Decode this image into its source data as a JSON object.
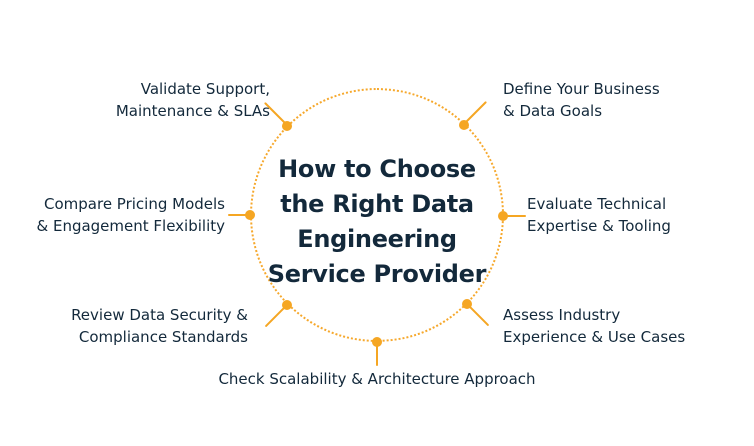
{
  "colors": {
    "accent_orange": "#F5A623",
    "circle_dotted_orange": "#F6A82C",
    "text_navy": "#13293B",
    "background": "#FFFFFF"
  },
  "center": {
    "title": "How to Choose the Right Data Engineering Service Provider",
    "title_lines": [
      "How to Choose",
      "the Right Data",
      "Engineering",
      "Service Provider"
    ]
  },
  "items": [
    {
      "id": "validate-support",
      "position": "top-left",
      "label": "Validate Support, Maintenance & SLAs",
      "lines": [
        "Validate Support,",
        "Maintenance & SLAs"
      ]
    },
    {
      "id": "define-business-goals",
      "position": "top-right",
      "label": "Define Your Business & Data Goals",
      "lines": [
        "Define Your Business",
        "& Data Goals"
      ]
    },
    {
      "id": "compare-pricing",
      "position": "middle-left",
      "label": "Compare Pricing Models & Engagement Flexibility",
      "lines": [
        "Compare Pricing Models",
        "& Engagement Flexibility"
      ]
    },
    {
      "id": "evaluate-expertise",
      "position": "middle-right",
      "label": "Evaluate Technical Expertise & Tooling",
      "lines": [
        "Evaluate Technical",
        "Expertise & Tooling"
      ]
    },
    {
      "id": "review-security",
      "position": "bottom-left",
      "label": "Review Data Security & Compliance Standards",
      "lines": [
        "Review Data Security &",
        "Compliance Standards"
      ]
    },
    {
      "id": "assess-experience",
      "position": "bottom-right",
      "label": "Assess Industry Experience & Use Cases",
      "lines": [
        "Assess Industry",
        "Experience & Use Cases"
      ]
    },
    {
      "id": "check-scalability",
      "position": "bottom",
      "label": "Check Scalability & Architecture Approach",
      "lines": [
        "Check Scalability & Architecture Approach"
      ]
    }
  ]
}
